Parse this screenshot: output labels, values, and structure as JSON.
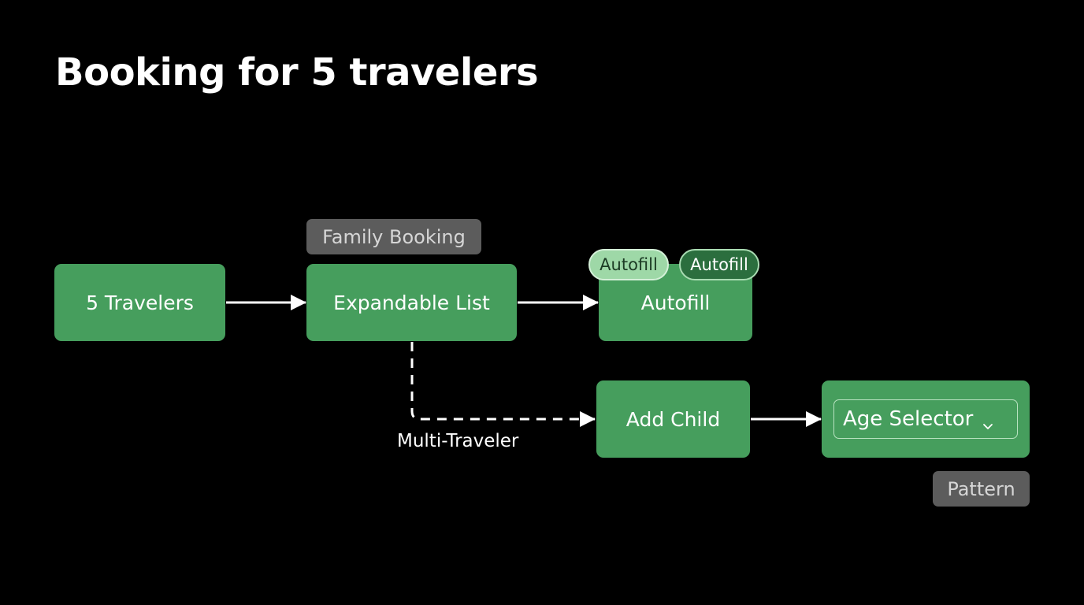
{
  "title": "Booking for 5 travelers",
  "nodes": {
    "travelers": "5 Travelers",
    "expandable_list": "Expandable List",
    "autofill": "Autofill",
    "add_child": "Add Child",
    "age_selector": "Age Selector"
  },
  "tags": {
    "family_booking": "Family Booking",
    "pattern": "Pattern"
  },
  "chips": {
    "autofill_light": "Autofill",
    "autofill_dark": "Autofill"
  },
  "edge_labels": {
    "multi_traveler": "Multi-Traveler"
  },
  "icons": {
    "select_chevron": "chevron-down-icon"
  },
  "colors": {
    "background": "#000000",
    "node_green": "#469e5d",
    "tag_gray": "#5c5c5c",
    "chip_light": "#9ed8a7",
    "chip_dark": "#2b6e3e",
    "edge": "#ffffff"
  }
}
